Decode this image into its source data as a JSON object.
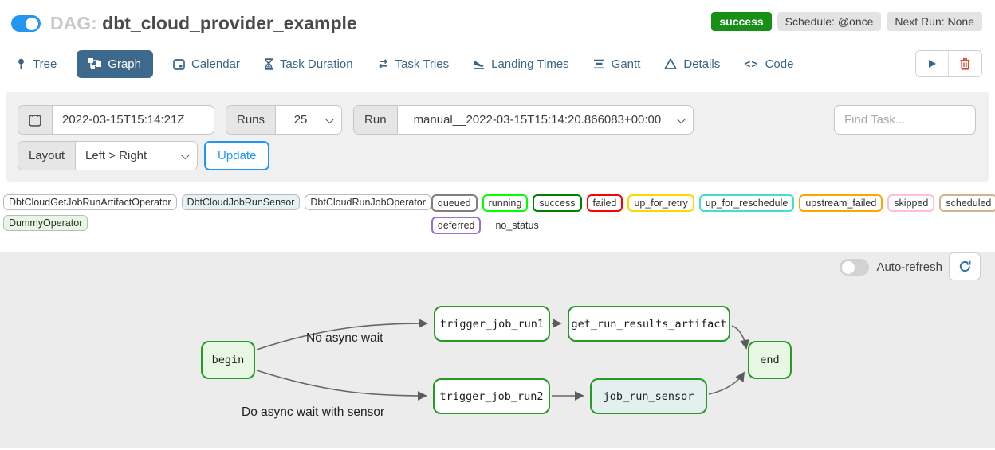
{
  "header": {
    "dag_label": "DAG:",
    "dag_name": "dbt_cloud_provider_example",
    "pause_toggle_on": true,
    "badges": {
      "status": "success",
      "schedule": "Schedule: @once",
      "next_run": "Next Run: None"
    }
  },
  "tabs": [
    {
      "label": "Tree",
      "icon": "tree-icon",
      "active": false
    },
    {
      "label": "Graph",
      "icon": "graph-icon",
      "active": true
    },
    {
      "label": "Calendar",
      "icon": "calendar-icon",
      "active": false
    },
    {
      "label": "Task Duration",
      "icon": "hourglass-icon",
      "active": false
    },
    {
      "label": "Task Tries",
      "icon": "retry-arrows-icon",
      "active": false
    },
    {
      "label": "Landing Times",
      "icon": "plane-landing-icon",
      "active": false
    },
    {
      "label": "Gantt",
      "icon": "gantt-icon",
      "active": false
    },
    {
      "label": "Details",
      "icon": "triangle-icon",
      "active": false
    },
    {
      "label": "Code",
      "icon": "code-icon",
      "active": false
    }
  ],
  "toolbar": {
    "trigger_icon": "play-icon",
    "delete_icon": "trash-icon"
  },
  "filters": {
    "base_date_value": "2022-03-15T15:14:21Z",
    "runs_label": "Runs",
    "runs_value": "25",
    "run_label": "Run",
    "run_value": "manual__2022-03-15T15:14:20.866083+00:00",
    "find_task_placeholder": "Find Task...",
    "layout_label": "Layout",
    "layout_value": "Left > Right",
    "update_label": "Update"
  },
  "legend": {
    "operators": [
      {
        "label": "DbtCloudGetJobRunArtifactOperator",
        "bg": "#ffffff"
      },
      {
        "label": "DbtCloudJobRunSensor",
        "bg": "#e6f1f2"
      },
      {
        "label": "DbtCloudRunJobOperator",
        "bg": "#ffffff"
      },
      {
        "label": "DummyOperator",
        "bg": "#e8f7e4"
      }
    ],
    "states": [
      {
        "label": "queued",
        "color": "#808080"
      },
      {
        "label": "running",
        "color": "#00ff00"
      },
      {
        "label": "success",
        "color": "#008000"
      },
      {
        "label": "failed",
        "color": "#ff0000"
      },
      {
        "label": "up_for_retry",
        "color": "#ffd700"
      },
      {
        "label": "up_for_reschedule",
        "color": "#40e0d0"
      },
      {
        "label": "upstream_failed",
        "color": "#ffa500"
      },
      {
        "label": "skipped",
        "color": "#ffc0cb"
      },
      {
        "label": "scheduled",
        "color": "#d2b48c"
      },
      {
        "label": "deferred",
        "color": "#9370db"
      },
      {
        "label": "no_status",
        "color": "none"
      }
    ]
  },
  "graph_panel": {
    "auto_refresh_label": "Auto-refresh",
    "auto_refresh_on": false,
    "refresh_icon": "refresh-icon",
    "nodes": [
      {
        "label": "begin",
        "state": "success",
        "operator": "DummyOperator"
      },
      {
        "label": "trigger_job_run1",
        "state": "success",
        "operator": "DbtCloudRunJobOperator"
      },
      {
        "label": "get_run_results_artifact",
        "state": "success",
        "operator": "DbtCloudGetJobRunArtifactOperator"
      },
      {
        "label": "trigger_job_run2",
        "state": "success",
        "operator": "DbtCloudRunJobOperator"
      },
      {
        "label": "job_run_sensor",
        "state": "success",
        "operator": "DbtCloudJobRunSensor"
      },
      {
        "label": "end",
        "state": "success",
        "operator": "DummyOperator"
      }
    ],
    "edges": [
      [
        "begin",
        "trigger_job_run1"
      ],
      [
        "begin",
        "trigger_job_run2"
      ],
      [
        "trigger_job_run1",
        "get_run_results_artifact"
      ],
      [
        "get_run_results_artifact",
        "end"
      ],
      [
        "trigger_job_run2",
        "job_run_sensor"
      ],
      [
        "job_run_sensor",
        "end"
      ]
    ],
    "edge_labels": [
      {
        "text": "No async wait"
      },
      {
        "text": "Do async wait with sensor"
      }
    ]
  },
  "colors": {
    "accent_blue": "#2196f3",
    "active_tab_bg": "#3d6a8c",
    "success_badge_green": "#169016",
    "node_border_green": "#259b25",
    "trash_red": "#e8432c",
    "panel_gray": "#ececec"
  }
}
